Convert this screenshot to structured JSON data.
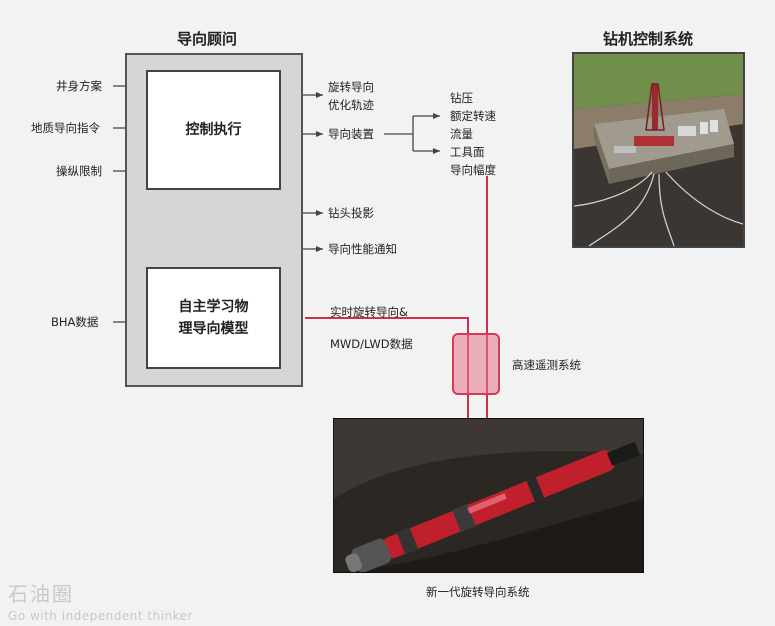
{
  "advisor": {
    "title": "导向顾问",
    "control_box": "控制执行",
    "model_box_line1": "自主学习物",
    "model_box_line2": "理导向模型"
  },
  "inputs": {
    "well_plan": "井身方案",
    "geo_steering": "地质导向指令",
    "operating_limits": "操纵限制",
    "bha_data": "BHA数据"
  },
  "outputs": {
    "rss_optimize_line1": "旋转导向",
    "rss_optimize_line2": "优化轨迹",
    "steering_device": "导向装置",
    "bit_projection": "钻头投影",
    "steering_notice": "导向性能通知"
  },
  "parameters": {
    "wob": "钻压",
    "rated_speed": "额定转速",
    "flow": "流量",
    "toolface": "工具面",
    "steering_amplitude": "导向幅度"
  },
  "rig": {
    "title": "钻机控制系统"
  },
  "telemetry": {
    "rss_mwd_line1": "实时旋转导向&",
    "rss_mwd_line2": "MWD/LWD数据",
    "label": "高速遥测系统"
  },
  "tool": {
    "caption": "新一代旋转导向系统"
  },
  "watermark": {
    "logo": "石油圈",
    "slogan": "Go with independent thinker"
  },
  "colors": {
    "line": "#444444",
    "red_line": "#c8324d",
    "telemetry_fill": "#eb8a9c",
    "tool_red": "#c0202c"
  }
}
